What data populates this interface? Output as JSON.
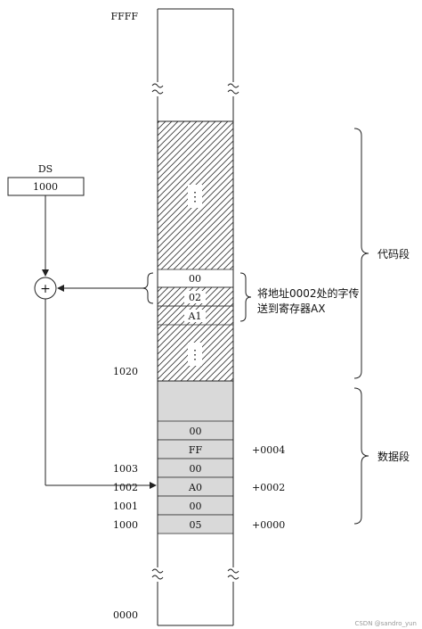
{
  "memory": {
    "top_address": "FFFF",
    "bottom_address": "0000",
    "code_segment_end_address": "1020"
  },
  "ds_register": {
    "label": "DS",
    "value": "1000"
  },
  "code_segment": {
    "label": "代码段",
    "instruction_bytes": [
      "00",
      "02",
      "A1"
    ],
    "ellipsis": "⋮",
    "note_line1": "将地址0002处的字传",
    "note_line2": "送到寄存器AX"
  },
  "data_segment": {
    "label": "数据段",
    "cells": [
      {
        "value": "00",
        "address": "",
        "offset": ""
      },
      {
        "value": "FF",
        "address": "",
        "offset": "+0004"
      },
      {
        "value": "00",
        "address": "1003",
        "offset": ""
      },
      {
        "value": "A0",
        "address": "1002",
        "offset": "+0002"
      },
      {
        "value": "00",
        "address": "1001",
        "offset": ""
      },
      {
        "value": "05",
        "address": "1000",
        "offset": "+0000"
      }
    ]
  },
  "adder_symbol": "+",
  "watermark": "CSDN @sandro_yun",
  "colors": {
    "stroke": "#222222",
    "data_fill": "#d9d9d9",
    "background": "#ffffff"
  }
}
